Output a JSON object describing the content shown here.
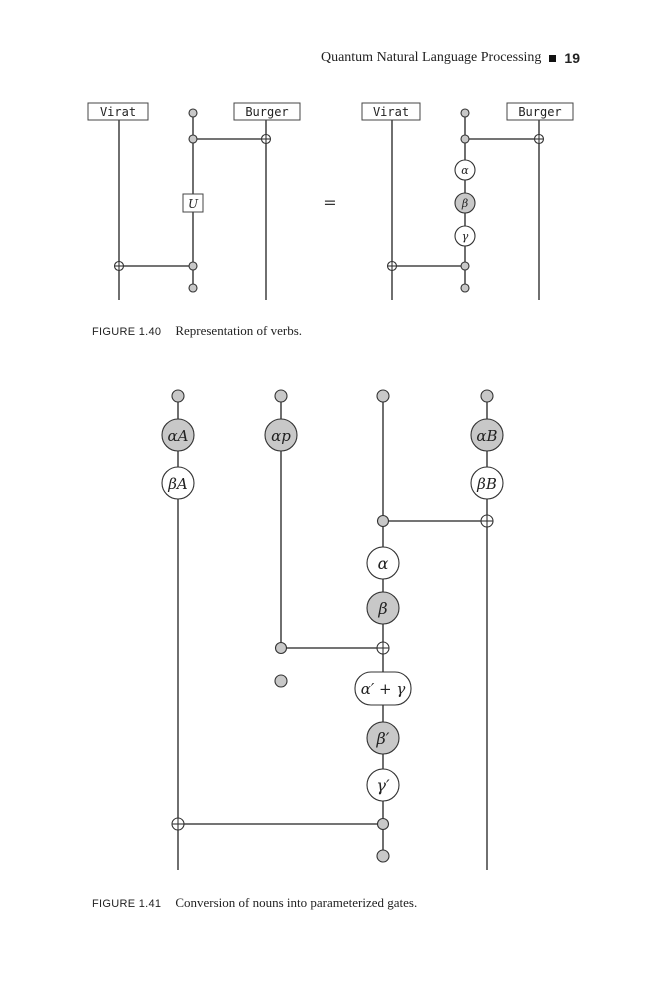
{
  "header": {
    "running_title": "Quantum Natural Language Processing",
    "page_number": "19"
  },
  "figure_1_40": {
    "caption_label": "FIGURE 1.40",
    "caption_text": "Representation of verbs.",
    "left": {
      "word_1": "Virat",
      "word_2": "Burger",
      "gate": "U"
    },
    "equals": "=",
    "right": {
      "word_1": "Virat",
      "word_2": "Burger",
      "gates": [
        "α",
        "β",
        "γ"
      ]
    }
  },
  "figure_1_41": {
    "caption_label": "FIGURE 1.41",
    "caption_text": "Conversion of nouns into parameterized gates.",
    "gates": {
      "alpha_A": "αA",
      "beta_A": "βA",
      "alpha_p": "αp",
      "alpha_B": "αB",
      "beta_B": "βB",
      "alpha": "α",
      "beta": "β",
      "alpha_prime_plus_gamma": "α′ + γ",
      "beta_prime": "β′",
      "gamma_prime": "γ′"
    }
  }
}
